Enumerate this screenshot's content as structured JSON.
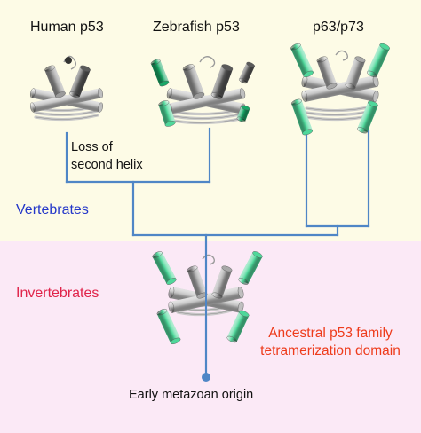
{
  "colors": {
    "top_background": "#fdfbe6",
    "bottom_background": "#fbe9f6",
    "tree_line": "#4f86c6",
    "vertebrates_text": "#2437c9",
    "invertebrates_text": "#e0244a",
    "ancestral_text": "#ee3b1b",
    "helix_green": "#4fd79a",
    "helix_dark_green": "#1aa867",
    "helix_gray": "#bfbfbf",
    "helix_dark": "#5a5a5a"
  },
  "labels": {
    "human": "Human p53",
    "zebrafish": "Zebrafish p53",
    "p63p73": "p63/p73",
    "loss_line1": "Loss of",
    "loss_line2": "second helix",
    "vertebrates": "Vertebrates",
    "invertebrates": "Invertebrates",
    "ancestral_line1": "Ancestral p53 family",
    "ancestral_line2": "tetramerization domain",
    "origin": "Early metazoan origin"
  }
}
